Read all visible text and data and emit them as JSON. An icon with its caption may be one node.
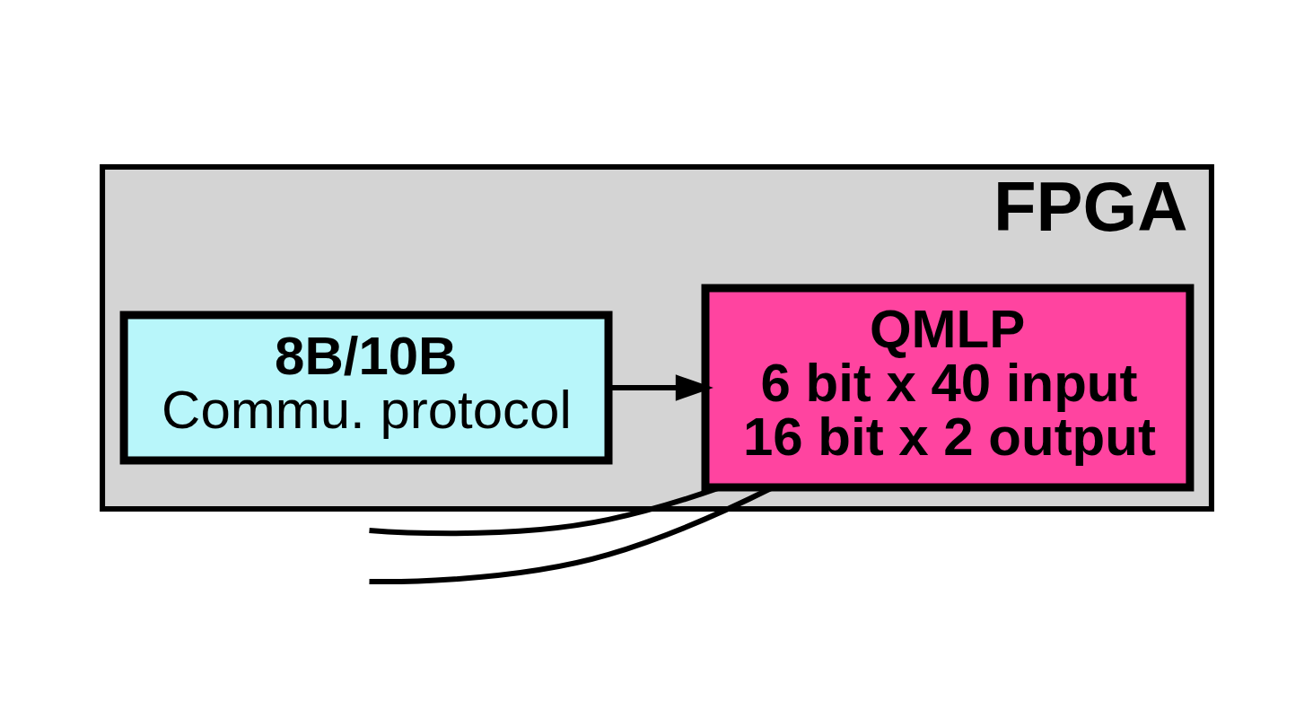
{
  "diagram": {
    "nodes": [
      {
        "text": [
          "FPGA"
        ]
      },
      {
        "text": [
          "8B/10B",
          "Commu. protocol"
        ],
        "in": 0
      },
      {
        "text": [
          "QMLP",
          "6 bit x 40 input",
          "16 bit x 2 output"
        ],
        "in": 0
      }
    ],
    "edges": [
      {
        "from": 1,
        "to": 2,
        "arrow": "to"
      },
      {
        "from": null,
        "to": 2,
        "arrow": "none"
      },
      {
        "from": null,
        "to": 2,
        "arrow": "none"
      }
    ]
  }
}
